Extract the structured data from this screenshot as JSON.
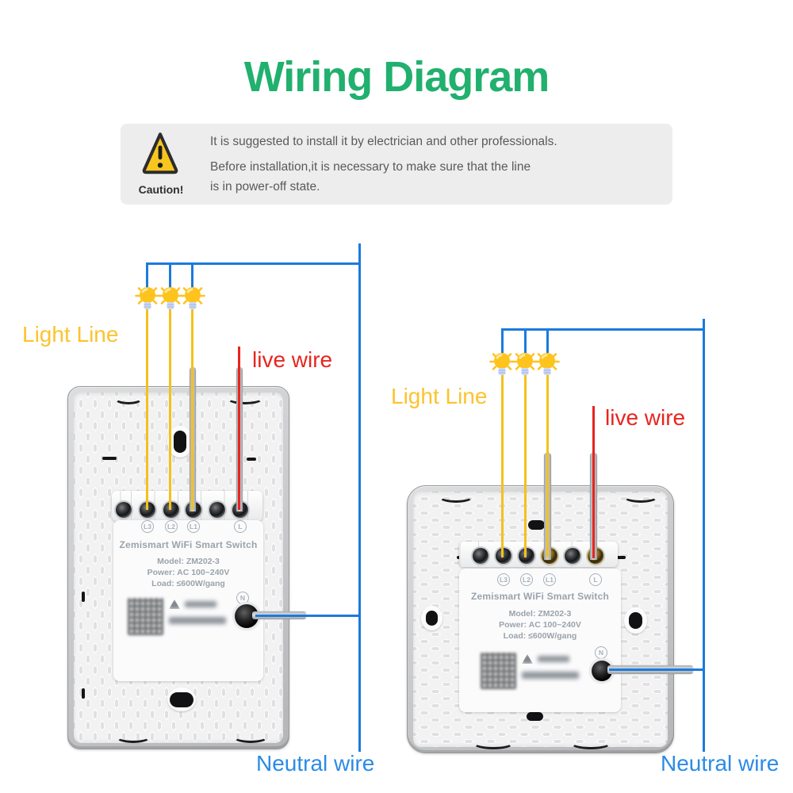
{
  "title": "Wiring Diagram",
  "caution": {
    "label": "Caution!",
    "line1": "It is suggested to install it by electrician and other professionals.",
    "line2a": "Before installation,it is necessary to make sure that the line",
    "line2b": "is in power-off state."
  },
  "labels": {
    "light_line": "Light Line",
    "live_wire": "live wire",
    "neutral_wire": "Neutral wire"
  },
  "switch_label": {
    "brand": "Zemismart WiFi Smart Switch",
    "model": "Model: ZM202-3",
    "power": "Power: AC 100~240V",
    "load": "Load: ≤600W/gang",
    "terminals": [
      "L3",
      "L2",
      "L1",
      "L"
    ],
    "neutral": "N"
  },
  "colors": {
    "accent_green": "#21b06e",
    "wire_blue": "#1b7ade",
    "wire_yellow": "#f4c11c",
    "wire_red": "#e8241f",
    "neutral_label_blue": "#2b8be6",
    "light_line_yellow": "#fcc32d"
  }
}
